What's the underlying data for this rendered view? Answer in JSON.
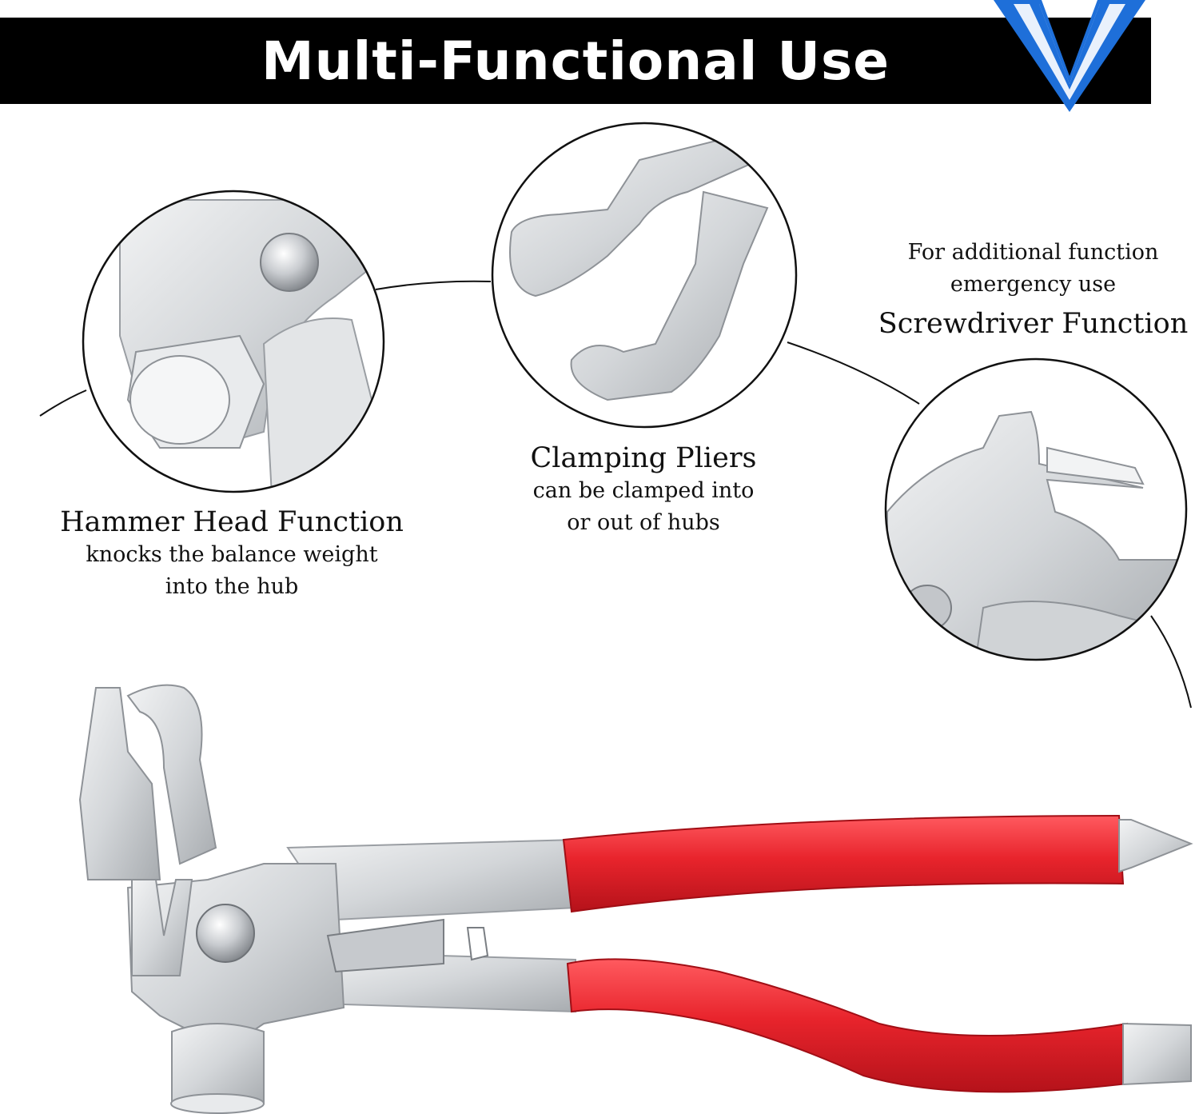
{
  "banner": {
    "title": "Multi-Functional Use",
    "background_color": "#000000",
    "text_color": "#ffffff"
  },
  "logo": {
    "icon": "v-shield-icon",
    "color": "#1e6fd9"
  },
  "features": {
    "hammer": {
      "title": "Hammer Head Function",
      "line1": "knocks the balance weight",
      "line2": "into the hub"
    },
    "clamp": {
      "title": "Clamping Pliers",
      "line1": "can be clamped into",
      "line2": "or out of hubs"
    },
    "screwdriver": {
      "note1": "For additional function",
      "note2": "emergency use",
      "title": "Screwdriver Function"
    }
  },
  "colors": {
    "handle": "#e8242c",
    "metal": "#d9dcdf",
    "metal_shadow": "#a9adb2",
    "outline": "#111111"
  }
}
